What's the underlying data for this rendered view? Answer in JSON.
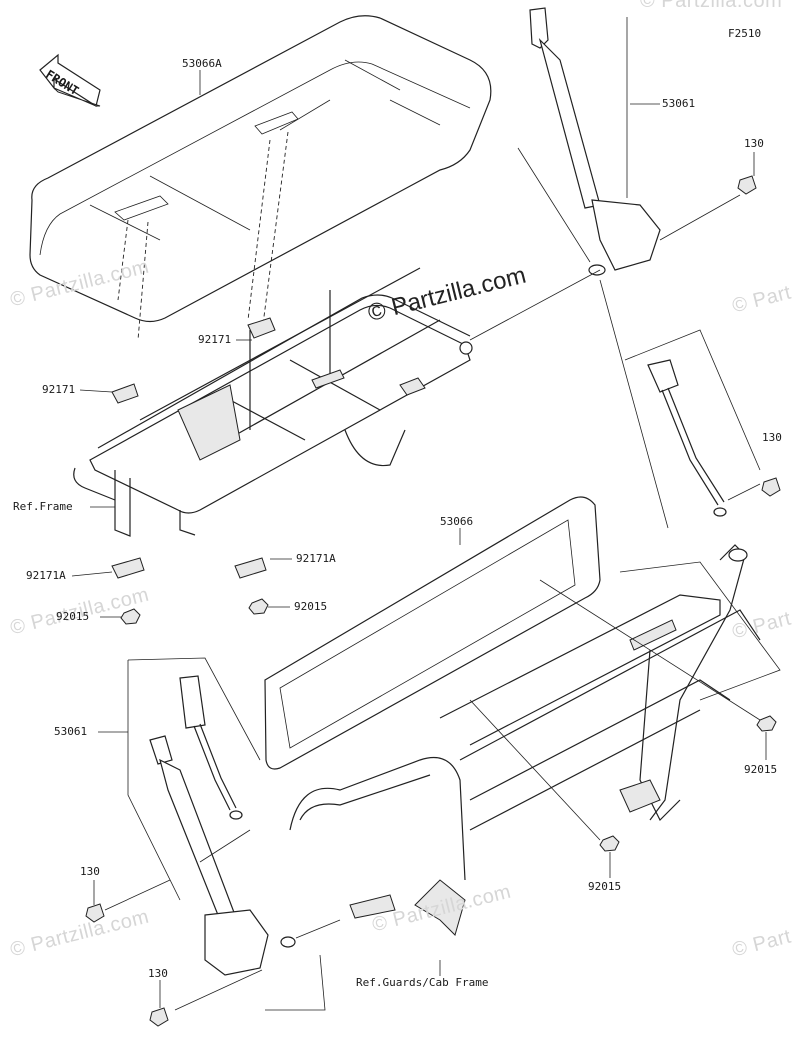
{
  "figure_code": "F2510",
  "front_label": "FRONT",
  "watermark_main": "© Partzilla.com",
  "watermark_faint": "© Partzilla.com",
  "watermark_edge": "© Part",
  "labels": {
    "seat_53066A": "53066A",
    "seatbelt_53061_top": "53061",
    "bolt_130_a": "130",
    "bolt_130_b": "130",
    "bracket_92171_a": "92171",
    "bracket_92171_b": "92171",
    "ref_frame": "Ref.Frame",
    "bracket_92171A_a": "92171A",
    "bracket_92171A_b": "92171A",
    "nut_92015_a": "92015",
    "nut_92015_b": "92015",
    "seat_53066": "53066",
    "seatbelt_53061_bottom": "53061",
    "nut_92015_c": "92015",
    "nut_92015_d": "92015",
    "bolt_130_c": "130",
    "bolt_130_d": "130",
    "ref_guards": "Ref.Guards/Cab Frame"
  }
}
